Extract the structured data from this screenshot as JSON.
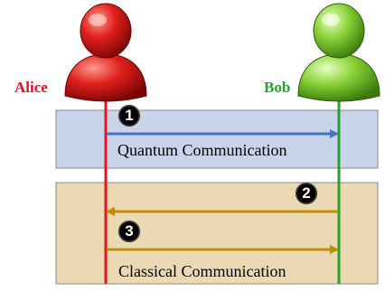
{
  "actors": {
    "alice": {
      "name": "Alice",
      "color": "#e8121b"
    },
    "bob": {
      "name": "Bob",
      "color": "#22a32b"
    }
  },
  "bands": {
    "quantum": {
      "label": "Quantum Communication",
      "fill": "#c9d4ea"
    },
    "classical": {
      "label": "Classical Communication",
      "fill": "#ead9b3"
    }
  },
  "steps": [
    {
      "number": "1",
      "direction": "Alice-to-Bob",
      "channel": "quantum",
      "color": "#4472c4"
    },
    {
      "number": "2",
      "direction": "Bob-to-Alice",
      "channel": "classical",
      "color": "#bf8f00"
    },
    {
      "number": "3",
      "direction": "Alice-to-Bob",
      "channel": "classical",
      "color": "#bf8f00"
    }
  ]
}
